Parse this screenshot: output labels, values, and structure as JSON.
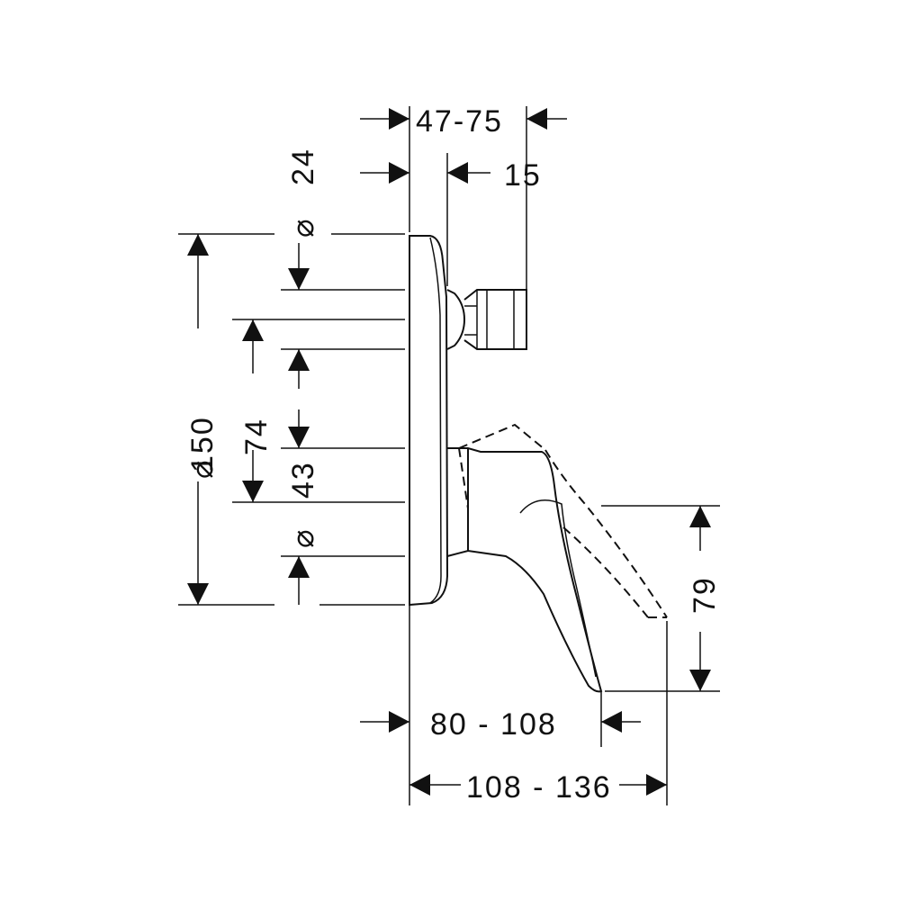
{
  "dimensions": {
    "depth_range": "47-75",
    "stem_length": "15",
    "spindle_diameter": "24",
    "plate_diameter": "150",
    "center_distance": "74",
    "spout_diameter": "43",
    "spout_height": "79",
    "lever_reach": "80 - 108",
    "total_reach": "108 - 136"
  },
  "symbols": {
    "diameter": "⌀"
  }
}
